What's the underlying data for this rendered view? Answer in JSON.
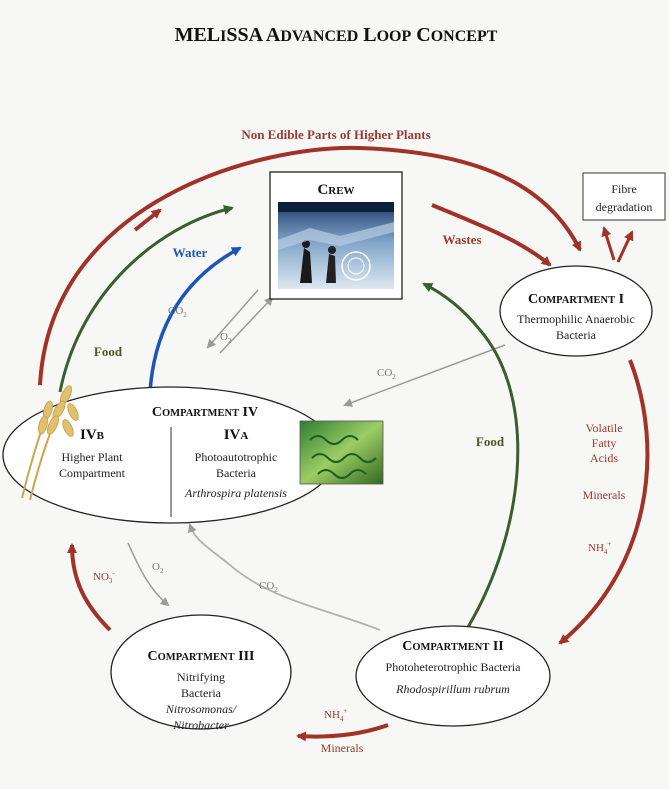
{
  "title": {
    "big1": "MEL",
    "small1": "I",
    "big2": "SSA A",
    "small2": "DVANCED",
    "big3": " L",
    "small3": "OOP",
    "big4": " C",
    "small4": "ONCEPT"
  },
  "labels": {
    "non_edible": "Non Edible Parts of Higher Plants",
    "wastes": "Wastes",
    "water": "Water",
    "food_left": "Food",
    "food_right": "Food",
    "co2_top": "CO",
    "o2_top": "O",
    "co2_diag": "CO",
    "co2_mid": "CO",
    "o2_bottom": "O",
    "no3": "NO",
    "nh4_right": "NH",
    "nh4_bottom": "NH",
    "minerals_right": "Minerals",
    "minerals_bottom": "Minerals",
    "vfa_1": "Volatile",
    "vfa_2": "Fatty",
    "vfa_3": "Acids",
    "sub_2": "2",
    "sub_3": "3",
    "sub_4": "4",
    "sup_plus": "+",
    "sup_minus": "-"
  },
  "fibre": {
    "line1": "Fibre",
    "line2": "degradation"
  },
  "crew": {
    "c": "C",
    "rest": "REW"
  },
  "compartment1": {
    "c": "C",
    "rest": "OMPARTMENT",
    "num": " I",
    "line1": "Thermophilic Anaerobic",
    "line2": "Bacteria"
  },
  "compartment2": {
    "c": "C",
    "rest": "OMPARTMENT",
    "num": " II",
    "line1": "Photoheterotrophic Bacteria",
    "line2": "Rhodospirillum rubrum"
  },
  "compartment3": {
    "c": "C",
    "rest": "OMPARTMENT",
    "num": " III",
    "line1": "Nitrifying",
    "line2": "Bacteria",
    "line3": "Nitrosomonas/",
    "line4": "Nitrobacter"
  },
  "compartment4": {
    "c": "C",
    "rest": "OMPARTMENT",
    "num": "  IV",
    "ivb": {
      "iv": "IV",
      "letter": "B",
      "line1": "Higher Plant",
      "line2": "Compartment"
    },
    "iva": {
      "iv": "IV",
      "letter": "A",
      "line1": "Photoautotrophic",
      "line2": "Bacteria",
      "line3": "Arthrospira platensis"
    }
  },
  "colors": {
    "red_arrow": "#a0322a",
    "green_arrow": "#3b5e2e",
    "blue_arrow": "#1a56b8",
    "gray_arrow": "#9a9a9a",
    "red_text": "#9b3a30",
    "green_text": "#4a5a22",
    "blue_text": "#1a56b8",
    "gray_text": "#777777"
  }
}
